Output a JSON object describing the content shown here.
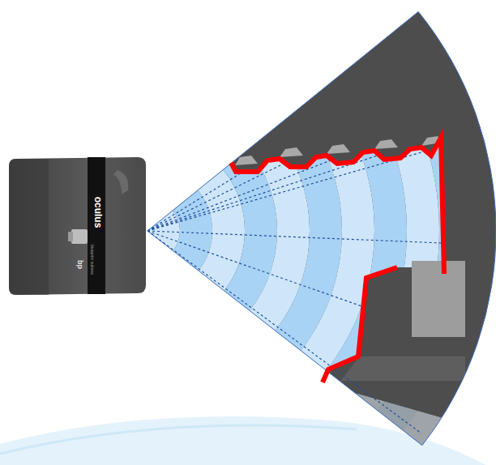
{
  "diagram": {
    "labels": [
      "bp",
      "blueprint subsea",
      "oculus"
    ]
  }
}
